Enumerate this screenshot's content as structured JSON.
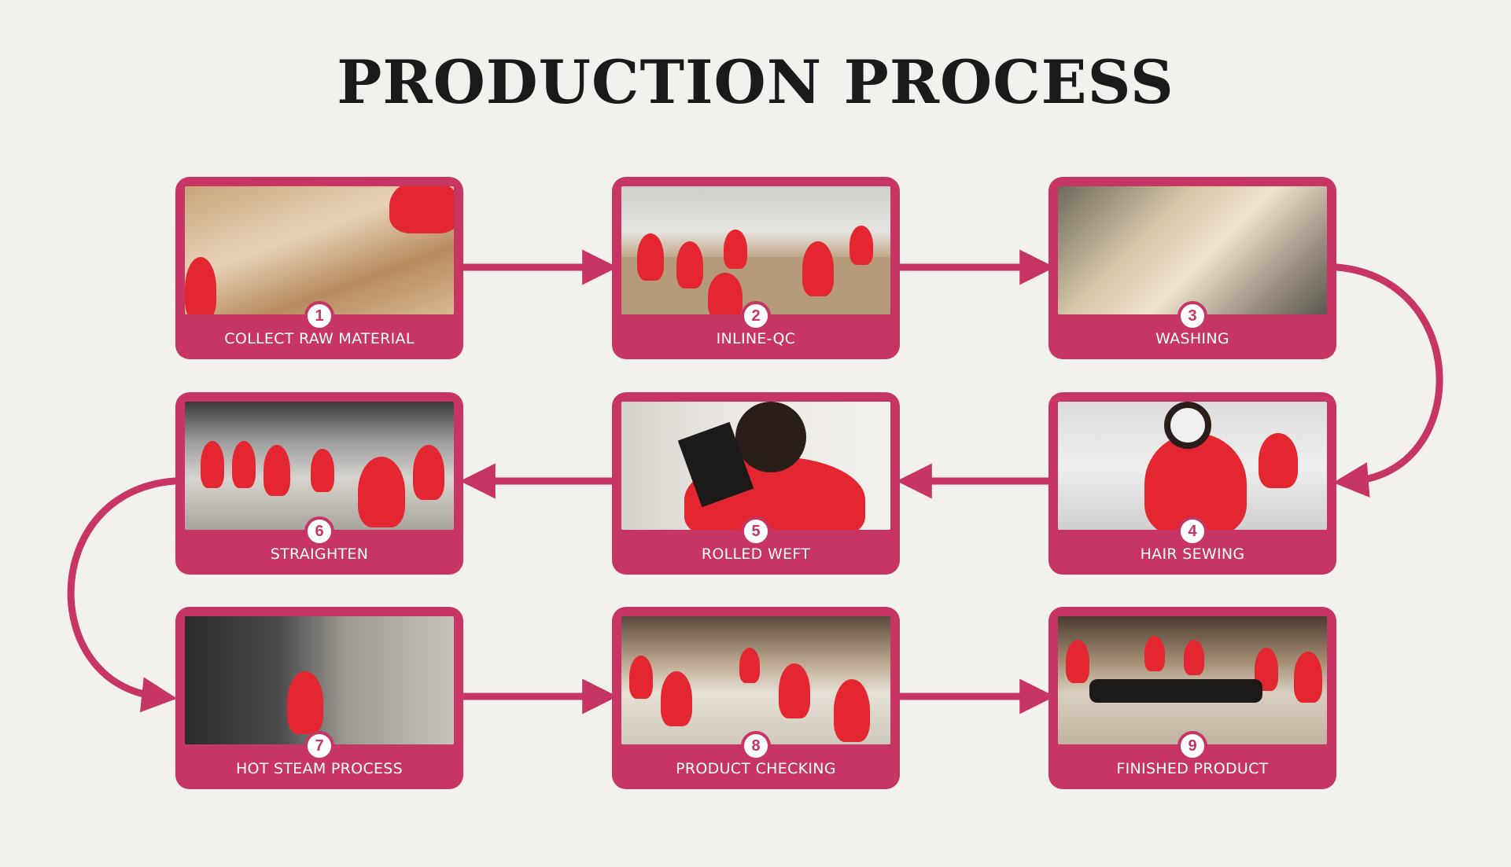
{
  "title": "PRODUCTION PROCESS",
  "accent_color": "#c63564",
  "background_color": "#f2f1ee",
  "steps": [
    {
      "number": "1",
      "label": "COLLECT RAW MATERIAL",
      "photo": "raw-material-photo"
    },
    {
      "number": "2",
      "label": "INLINE-QC",
      "photo": "inline-qc-photo"
    },
    {
      "number": "3",
      "label": "WASHING",
      "photo": "washing-photo"
    },
    {
      "number": "4",
      "label": "HAIR SEWING",
      "photo": "hair-sewing-photo"
    },
    {
      "number": "5",
      "label": "ROLLED WEFT",
      "photo": "rolled-weft-photo"
    },
    {
      "number": "6",
      "label": "STRAIGHTEN",
      "photo": "straighten-photo"
    },
    {
      "number": "7",
      "label": "HOT STEAM PROCESS",
      "photo": "hot-steam-photo"
    },
    {
      "number": "8",
      "label": "PRODUCT CHECKING",
      "photo": "product-checking-photo"
    },
    {
      "number": "9",
      "label": "FINISHED PRODUCT",
      "photo": "finished-product-photo"
    }
  ]
}
